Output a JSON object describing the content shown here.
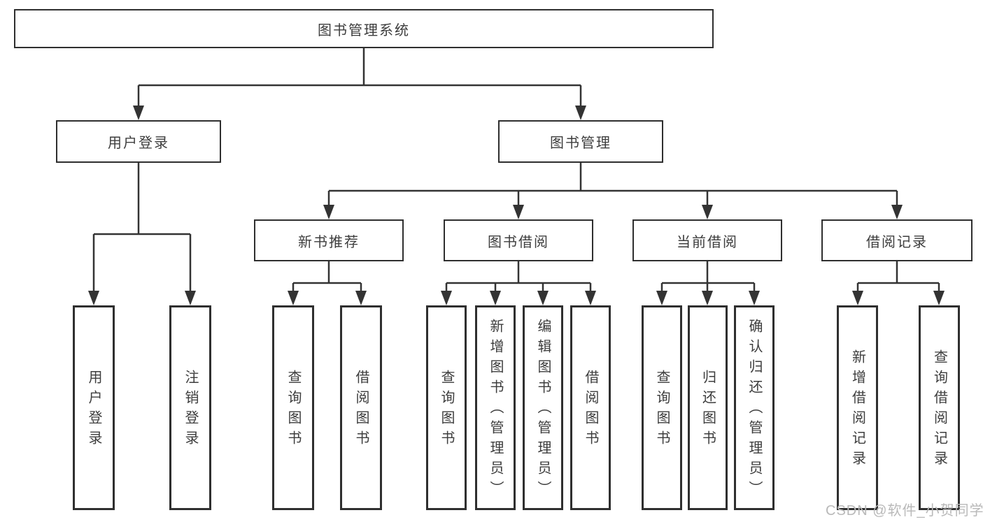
{
  "diagram": {
    "root": {
      "label": "图书管理系统"
    },
    "branches": [
      {
        "label": "用户登录",
        "children": [
          {
            "label": "用户登录"
          },
          {
            "label": "注销登录"
          }
        ]
      },
      {
        "label": "图书管理",
        "children": [
          {
            "label": "新书推荐",
            "children": [
              {
                "label": "查询图书"
              },
              {
                "label": "借阅图书"
              }
            ]
          },
          {
            "label": "图书借阅",
            "children": [
              {
                "label": "查询图书"
              },
              {
                "label": "新增图书（管理员）"
              },
              {
                "label": "编辑图书（管理员）"
              },
              {
                "label": "借阅图书"
              }
            ]
          },
          {
            "label": "当前借阅",
            "children": [
              {
                "label": "查询图书"
              },
              {
                "label": "归还图书"
              },
              {
                "label": "确认归还（管理员）"
              }
            ]
          },
          {
            "label": "借阅记录",
            "children": [
              {
                "label": "新增借阅记录"
              },
              {
                "label": "查询借阅记录"
              }
            ]
          }
        ]
      }
    ]
  },
  "watermark": {
    "text": "CSDN @软件_小贺同学"
  },
  "colors": {
    "line": "#333333",
    "box_border": "#2f2f2f",
    "text": "#3d3d3d",
    "watermark": "#b9b9b9",
    "background": "#ffffff"
  }
}
